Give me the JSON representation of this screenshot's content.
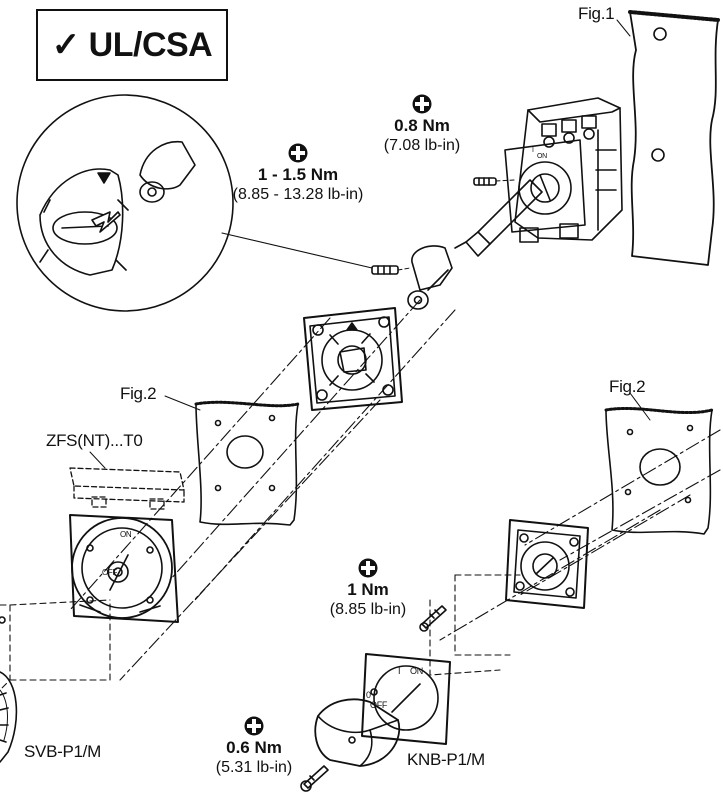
{
  "certification": {
    "label": "✓ UL/CSA"
  },
  "labels": {
    "fig1": "Fig.1",
    "fig2_left": "Fig.2",
    "fig2_right": "Fig.2",
    "zfs": "ZFS(NT)...T0",
    "svb": "SVB-P1/M",
    "knb": "KNB-P1/M"
  },
  "knob_marks": {
    "on": "ON",
    "off": "OFF",
    "i": "I",
    "o": "0"
  },
  "torque_specs": [
    {
      "id": "switch-screw",
      "value": "0.8 Nm",
      "imperial": "(7.08 lb-in)"
    },
    {
      "id": "handle-screw",
      "value": "1 - 1.5 Nm",
      "imperial": "(8.85 - 13.28 lb-in)"
    },
    {
      "id": "plate-screw",
      "value": "1 Nm",
      "imperial": "(8.85 lb-in)"
    },
    {
      "id": "knob-screw",
      "value": "0.6 Nm",
      "imperial": "(5.31 lb-in)"
    }
  ],
  "icon": "phillips-screwdriver-icon"
}
